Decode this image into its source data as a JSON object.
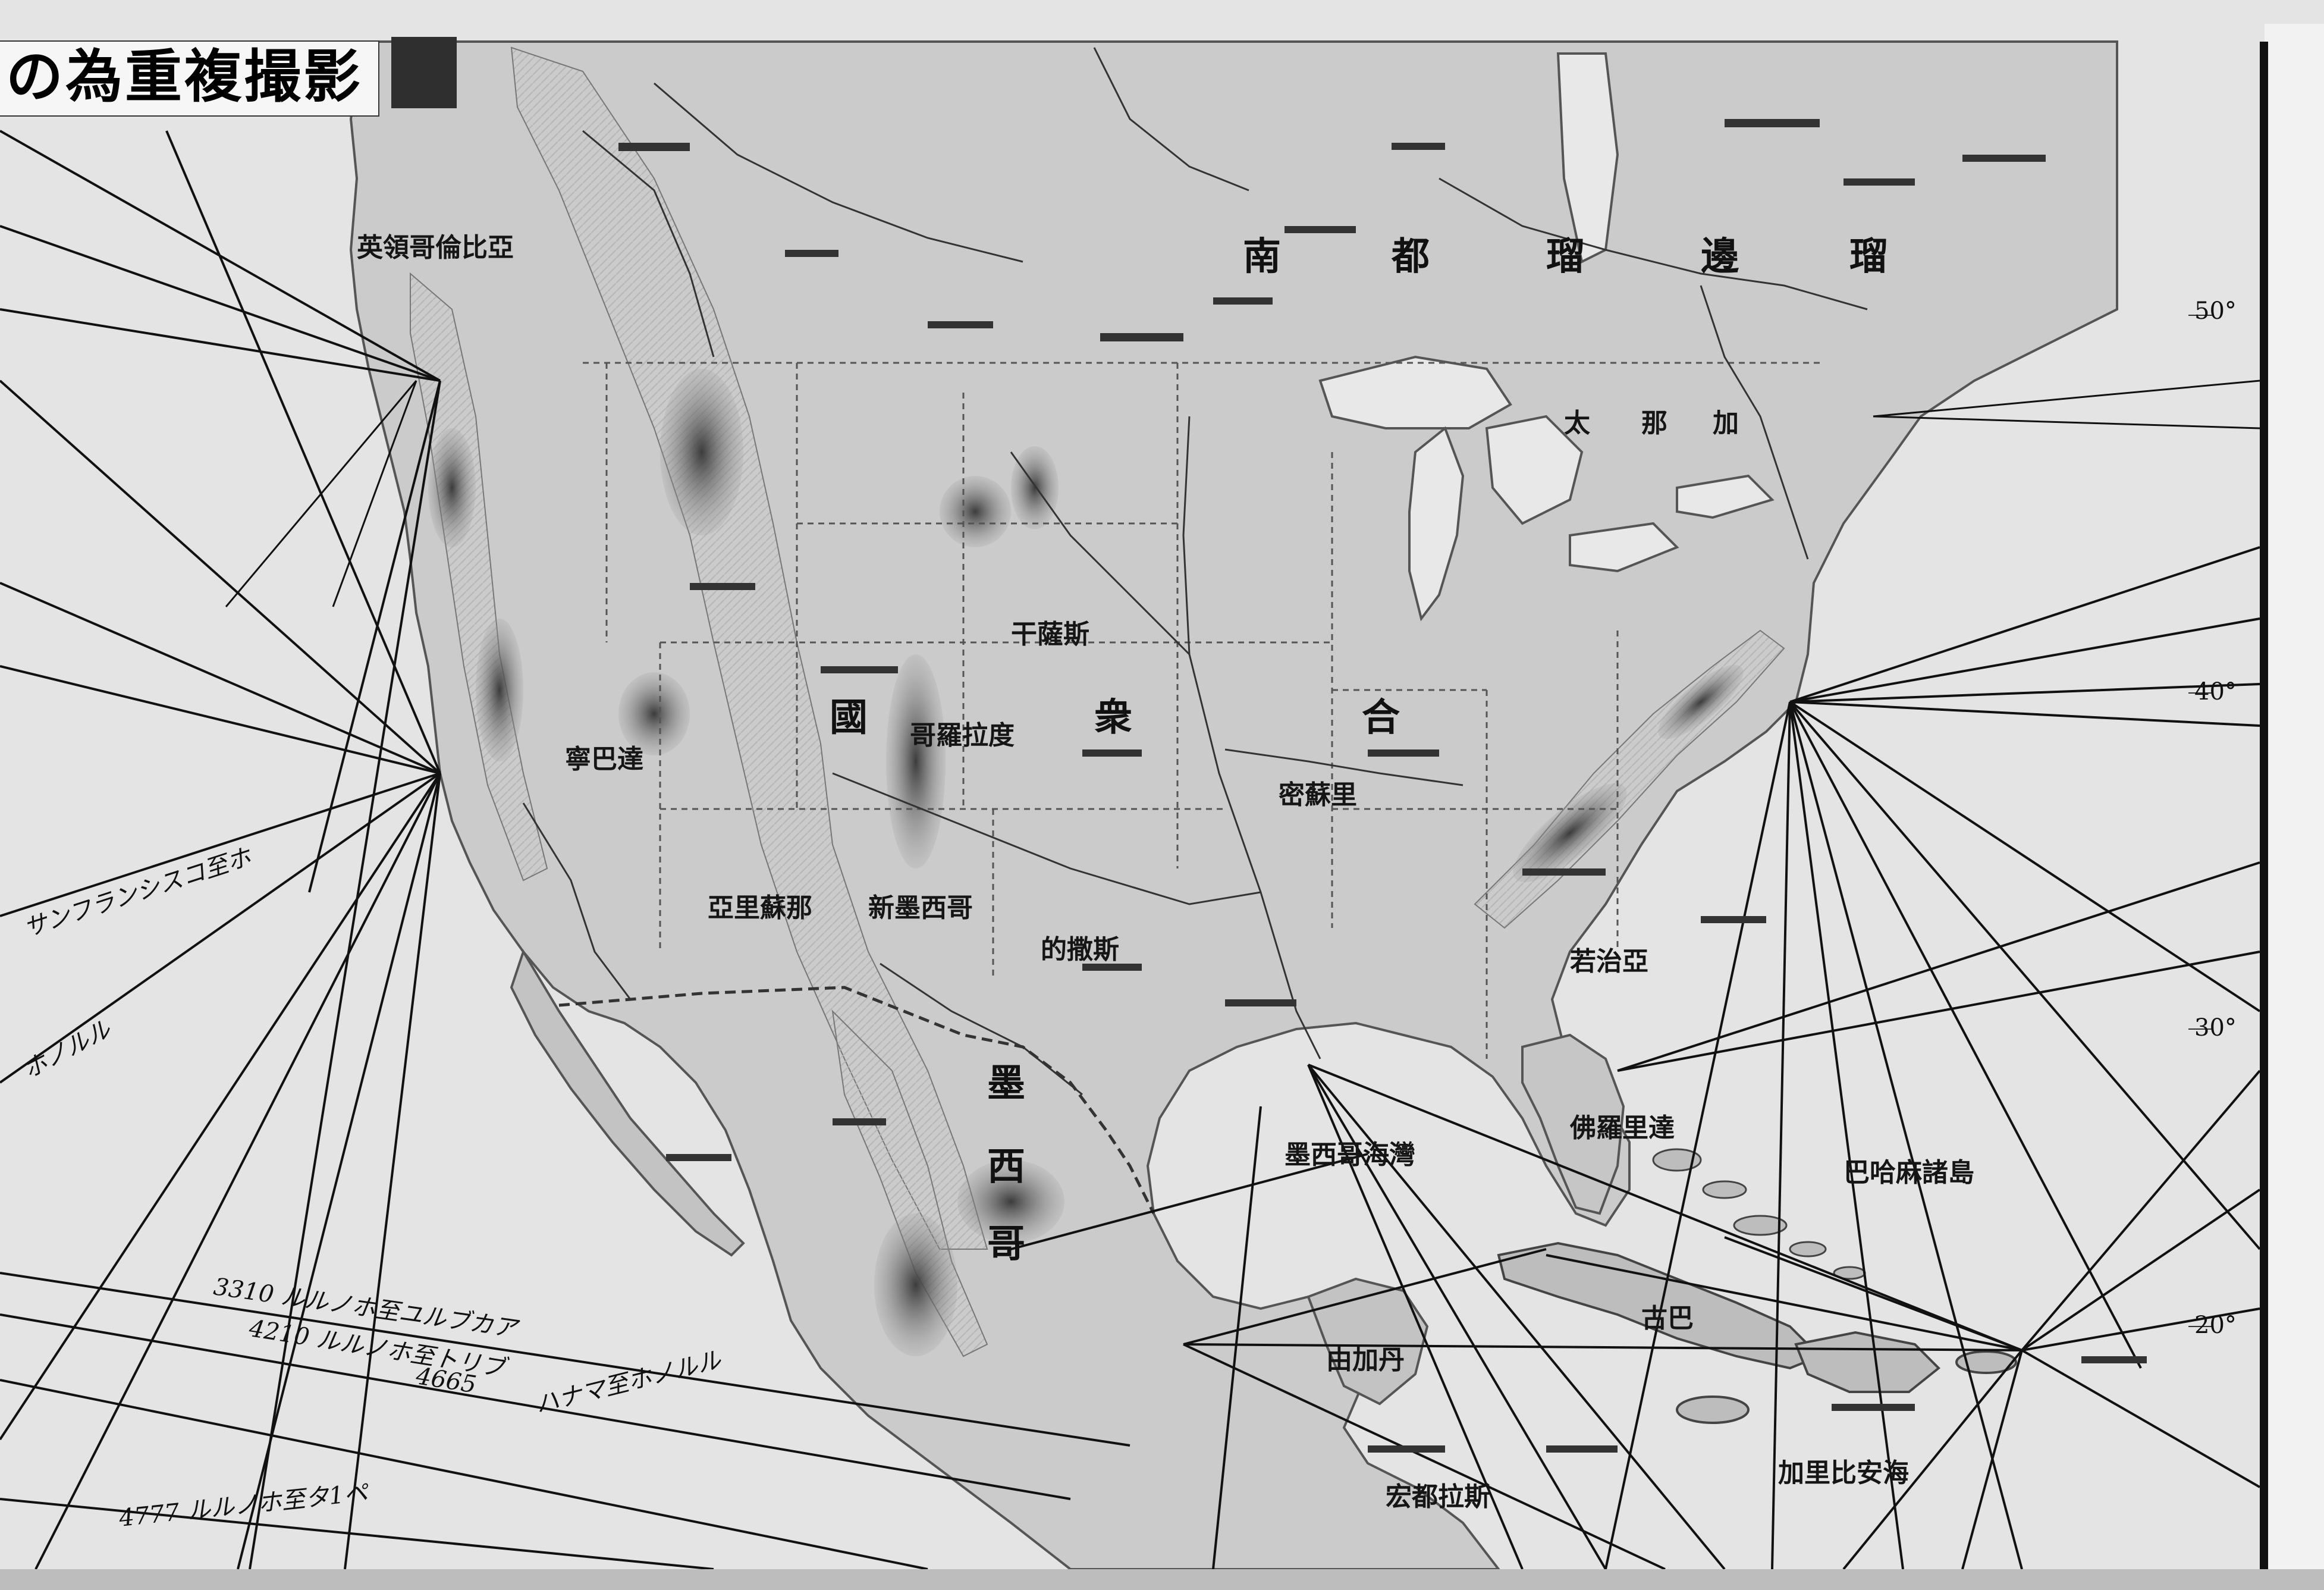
{
  "stamp": {
    "text": "の為重複撮影"
  },
  "latitude_labels": [
    "50°",
    "40°",
    "30°",
    "20°"
  ],
  "country_labels": {
    "usa": [
      "國",
      "衆",
      "合"
    ],
    "mexico": [
      "墨",
      "西",
      "哥"
    ],
    "canada": [
      "太",
      "那",
      "加"
    ],
    "rupert": [
      "南",
      "都",
      "瑠",
      "邊",
      "瑠"
    ]
  },
  "region_labels": {
    "sea_mexico": "墨西哥海灣",
    "bahama": "巴哈麻諸島",
    "caribbean": "加里比安海",
    "new_mexico": "新墨西哥",
    "arizona": "亞里蘇那",
    "texas": "的撒斯",
    "colorado": "哥羅拉度",
    "nevada": "寧巴達",
    "kansas": "干薩斯",
    "florida": "佛羅里達",
    "yucatan": "由加丹",
    "honduras": "宏都拉斯",
    "cuba": "古巴",
    "british_columbia": "英領哥倫比亞",
    "missouri": "密蘇里",
    "georgia": "若治亞"
  },
  "route_labels": [
    "サンフランシスコ至ホ",
    "ホノルル",
    "3310 ルルノホ至ユルブカア",
    "4210 ルルノホ至トリブ",
    "4665",
    "4777 ルルノホ至タ1ペ",
    "ハナマ至ホノルル"
  ],
  "colors": {
    "sea": "#e4e4e4",
    "land": "#c9c9c9",
    "mountain": "#6f6f6f",
    "line": "#1a1a1a",
    "border": "#4a4a4a"
  }
}
